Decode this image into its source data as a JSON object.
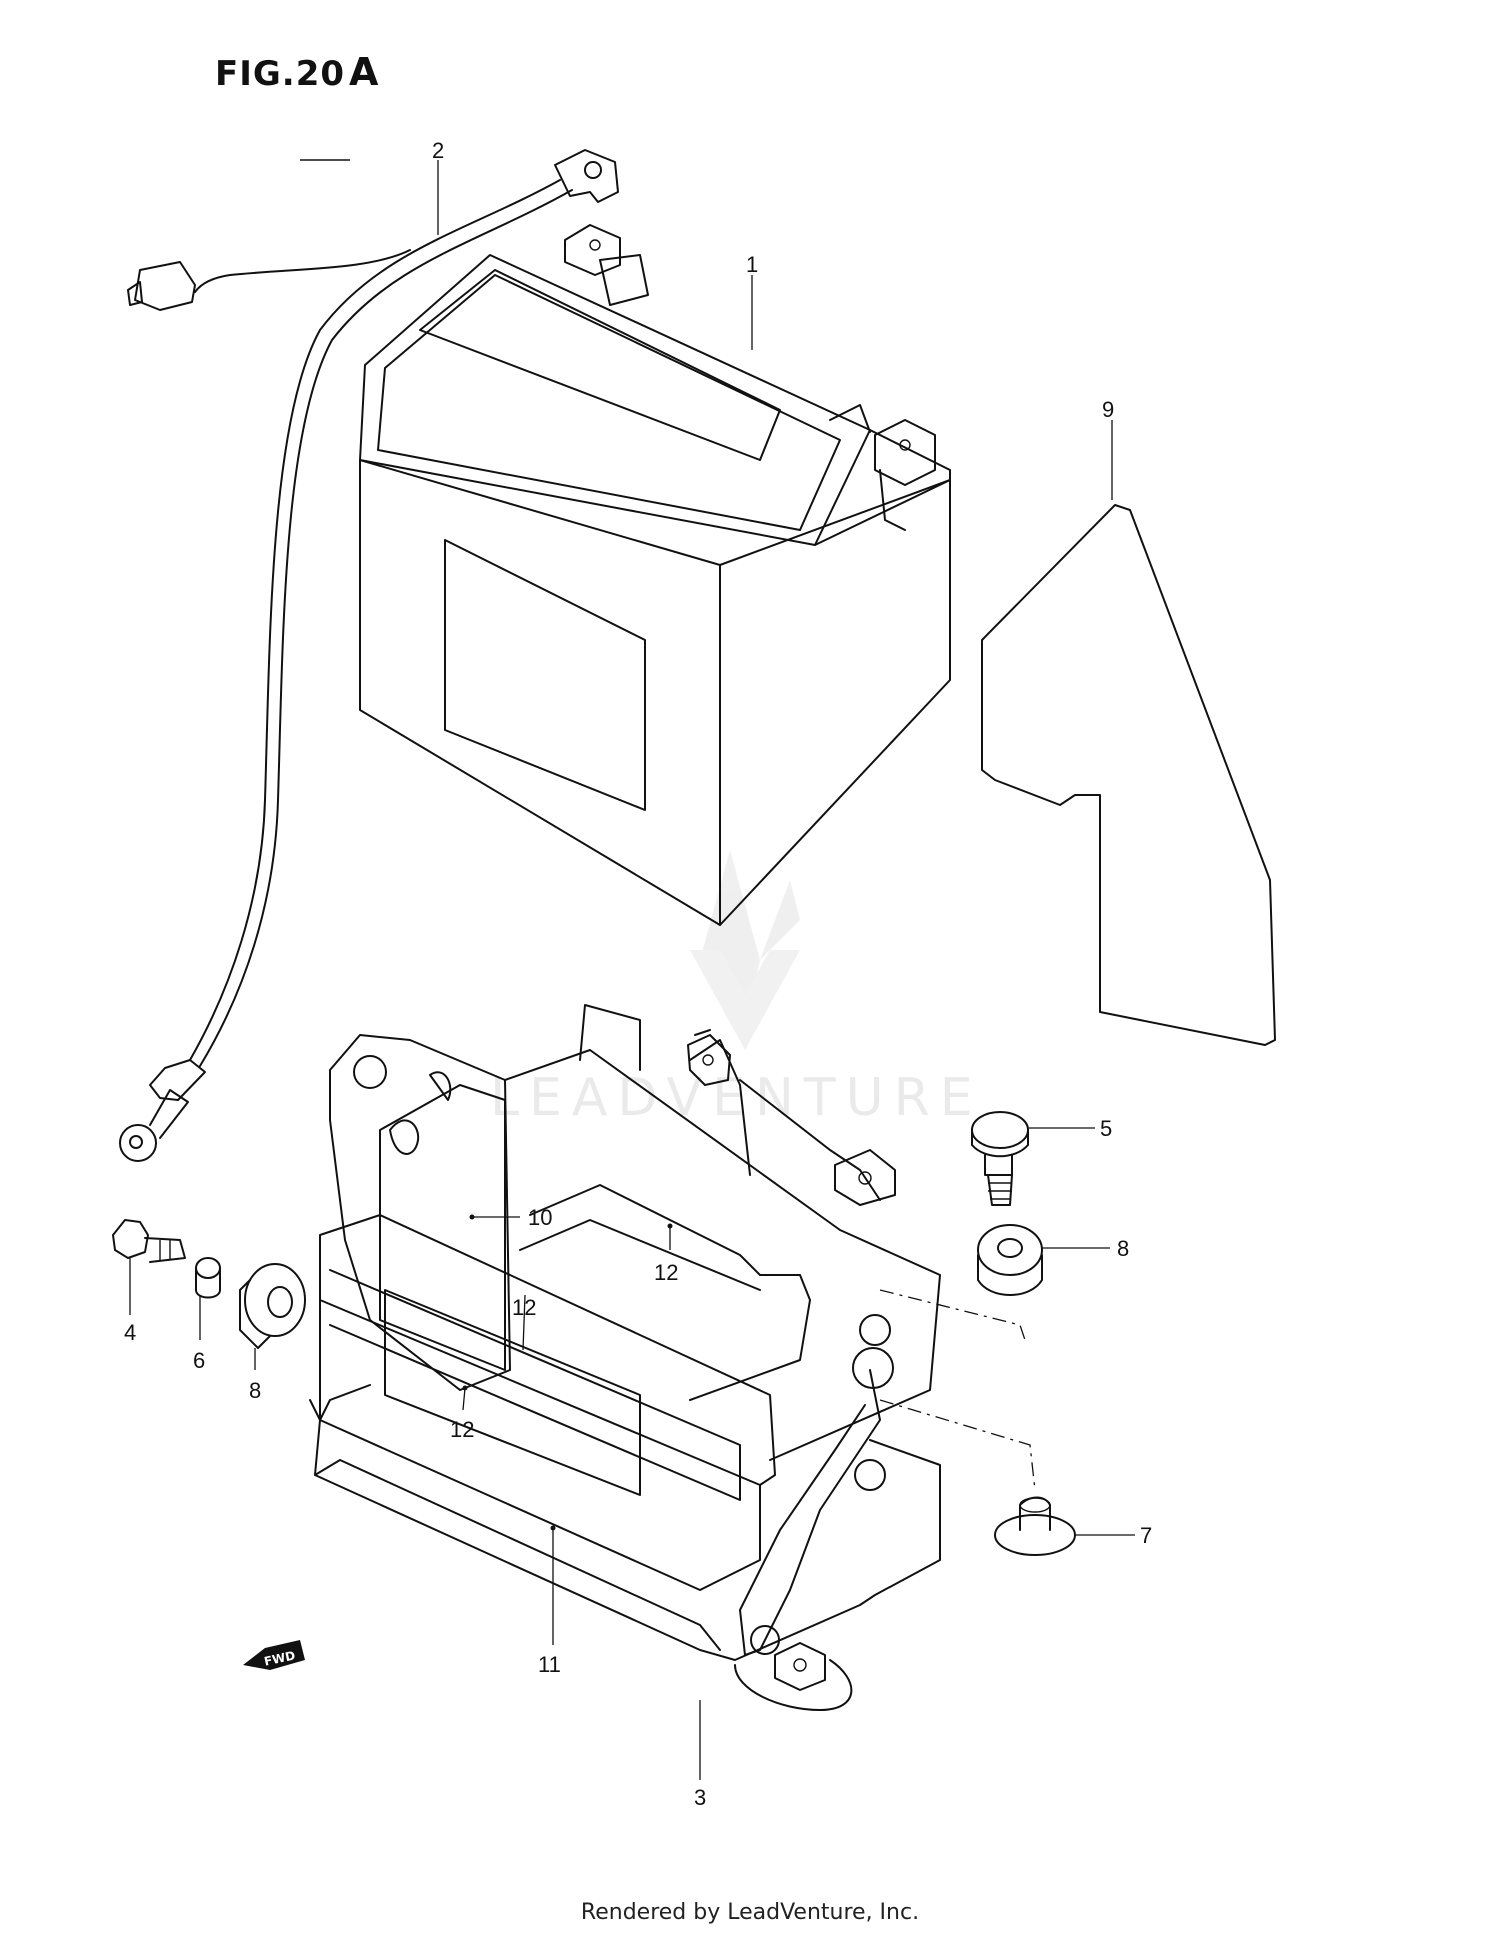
{
  "figure": {
    "title": "FIG.20",
    "title_suffix": "A"
  },
  "callouts": {
    "n1": "1",
    "n2": "2",
    "n3": "3",
    "n4": "4",
    "n5": "5",
    "n6": "6",
    "n7": "7",
    "n8a": "8",
    "n8b": "8",
    "n9": "9",
    "n10": "10",
    "n11": "11",
    "n12a": "12",
    "n12b": "12",
    "n12c": "12"
  },
  "fwd_arrow": "FWD",
  "watermark": "LEADVENTURE",
  "footer": "Rendered by LeadVenture, Inc."
}
